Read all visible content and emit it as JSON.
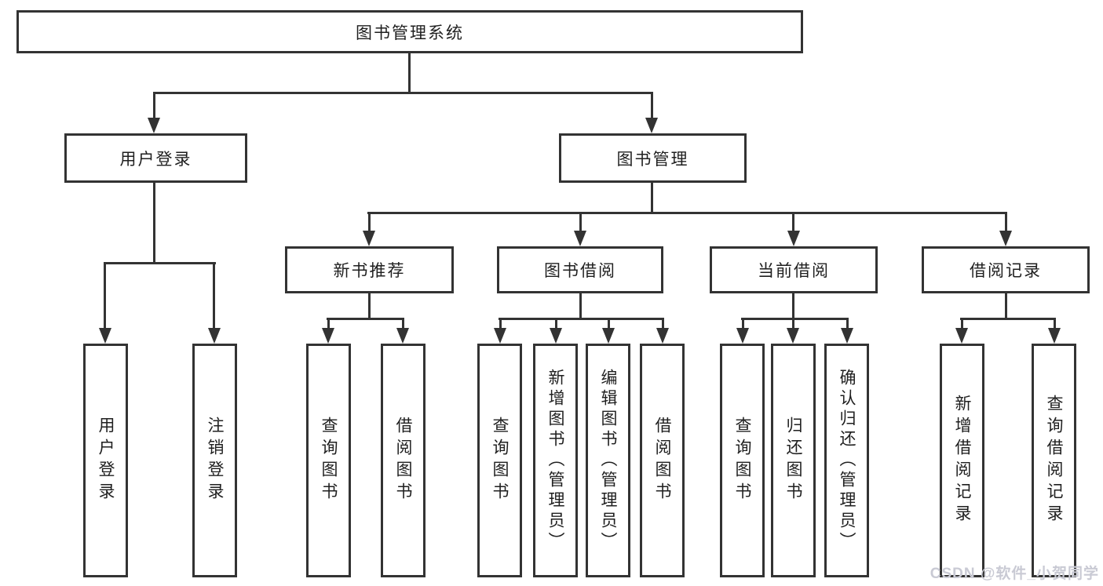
{
  "tree": {
    "label": "图书管理系统",
    "children": [
      {
        "label": "用户登录",
        "children": [
          {
            "label": "用户登录"
          },
          {
            "label": "注销登录"
          }
        ]
      },
      {
        "label": "图书管理",
        "children": [
          {
            "label": "新书推荐",
            "children": [
              {
                "label": "查询图书"
              },
              {
                "label": "借阅图书"
              }
            ]
          },
          {
            "label": "图书借阅",
            "children": [
              {
                "label": "查询图书"
              },
              {
                "label": "新增图书（管理员）"
              },
              {
                "label": "编辑图书（管理员）"
              },
              {
                "label": "借阅图书"
              }
            ]
          },
          {
            "label": "当前借阅",
            "children": [
              {
                "label": "查询图书"
              },
              {
                "label": "归还图书"
              },
              {
                "label": "确认归还（管理员）"
              }
            ]
          },
          {
            "label": "借阅记录",
            "children": [
              {
                "label": "新增借阅记录"
              },
              {
                "label": "查询借阅记录"
              }
            ]
          }
        ]
      }
    ]
  },
  "watermark": "CSDN @软件_小贺同学",
  "colors": {
    "line": "#333333",
    "text": "#1f1f1f",
    "background": "#ffffff",
    "watermark": "#c9cad4"
  }
}
